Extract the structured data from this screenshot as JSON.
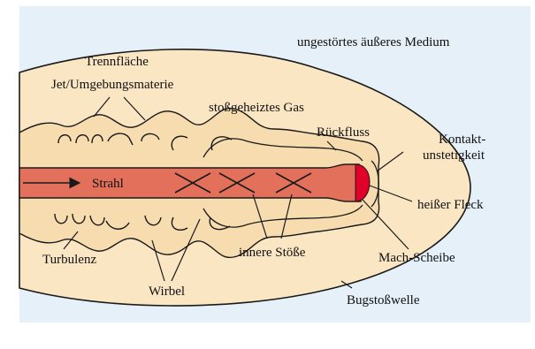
{
  "colors": {
    "panel": "#e6f0f8",
    "medium_inner": "#fbe6c4",
    "cocoon": "#f7dcb0",
    "jet": "#e2705a",
    "hot_spot": "#e0002a",
    "outline": "#1a1a1a"
  },
  "labels": {
    "medium": "ungestörtes äußeres Medium",
    "interface_line1": "Trennfläche",
    "interface_line2": "Jet/Umgebungsmaterie",
    "shocked_gas": "stoßgeheiztes Gas",
    "backflow": "Rückfluss",
    "contact_line1": "Kontakt-",
    "contact_line2": "unstetigkeit",
    "jet": "Strahl",
    "hot_spot": "heißer Fleck",
    "turbulence": "Turbulenz",
    "inner_shocks": "innere Stöße",
    "mach_disk": "Mach-Scheibe",
    "vortices": "Wirbel",
    "bow_shock": "Bugstoßwelle"
  }
}
